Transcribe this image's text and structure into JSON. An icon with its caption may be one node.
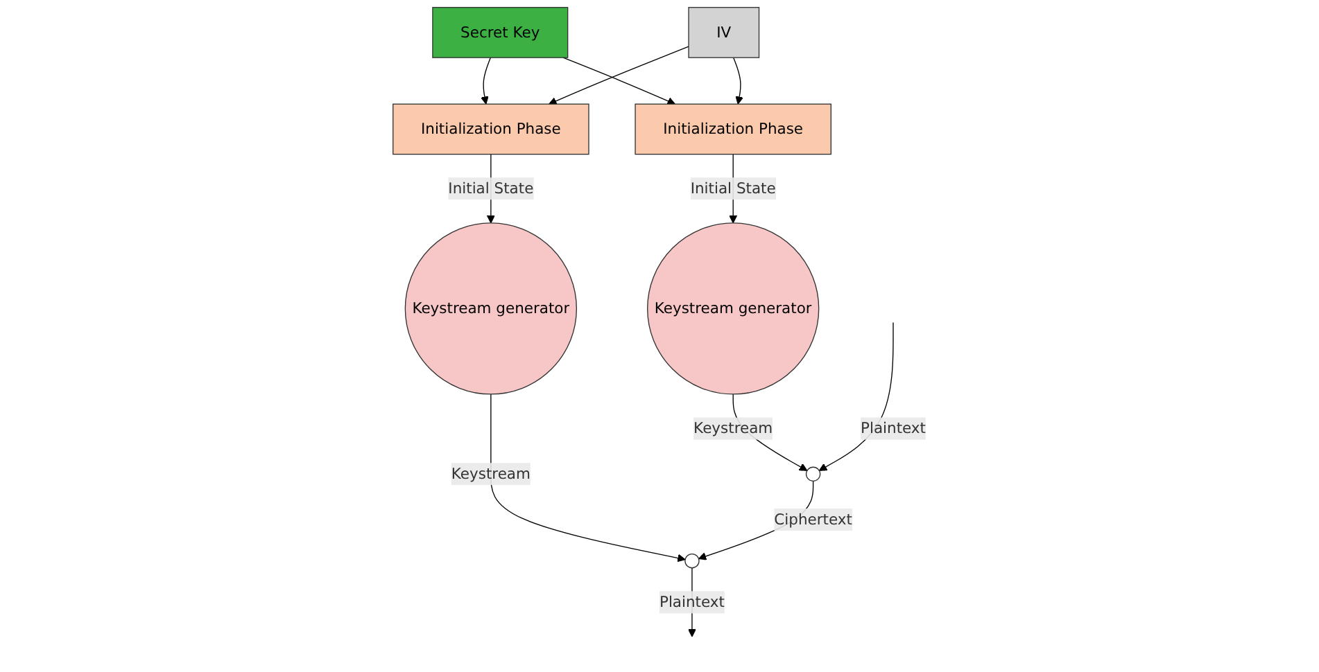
{
  "diagram": {
    "nodes": [
      {
        "text": [
          "Secret Key"
        ]
      },
      {
        "text": [
          "Initialization Phase"
        ]
      },
      {
        "text": [
          "Initialization Phase"
        ]
      },
      {
        "text": [
          "IV"
        ]
      },
      {
        "text": [
          "Keystream generator"
        ]
      },
      {
        "text": [
          "Keystream generator"
        ]
      },
      {
        "text": [],
        "shape": "circle"
      },
      {
        "text": [],
        "shape": "circle"
      }
    ],
    "edges": [
      {
        "from": 0,
        "to": 1,
        "arrow": "to"
      },
      {
        "from": 0,
        "to": 2,
        "arrow": "to"
      },
      {
        "from": 3,
        "to": 1,
        "arrow": "to"
      },
      {
        "from": 3,
        "to": 2,
        "arrow": "to"
      },
      {
        "from": 1,
        "to": 4,
        "arrow": "to",
        "label": "Initial State"
      },
      {
        "from": 2,
        "to": 5,
        "arrow": "to",
        "label": "Initial State"
      },
      {
        "from": 4,
        "to": 6,
        "arrow": "to",
        "label": "Keystream"
      },
      {
        "from": 5,
        "to": 7,
        "arrow": "to",
        "label": "Keystream"
      },
      {
        "from": null,
        "to": 6,
        "arrow": "to",
        "label": "Plaintext"
      },
      {
        "from": 6,
        "to": 7,
        "arrow": "to",
        "label": "Ciphertext"
      },
      {
        "from": 7,
        "to": null,
        "arrow": "to",
        "label": "Plaintext"
      }
    ]
  }
}
